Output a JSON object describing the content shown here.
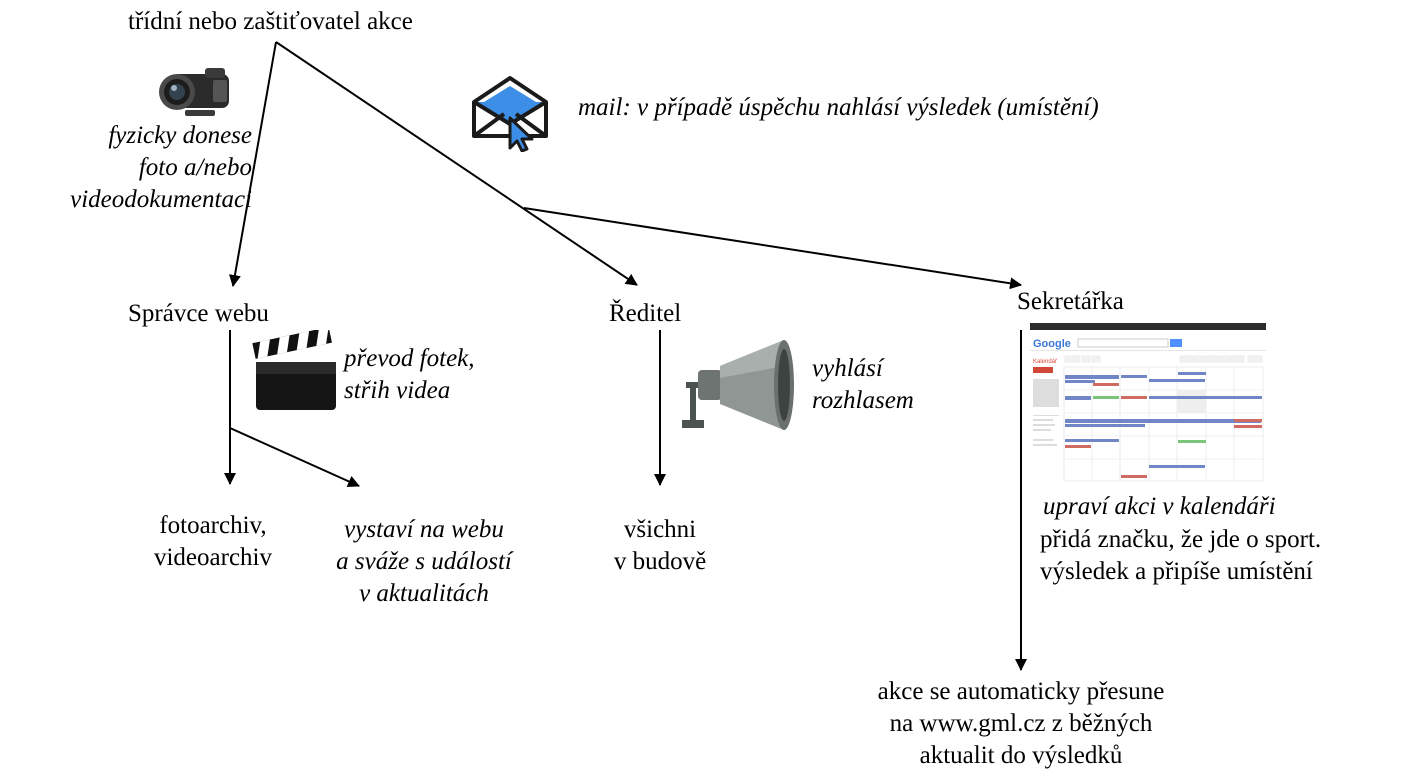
{
  "nodes": {
    "root": "třídní nebo zaštiťovatel akce",
    "webmaster": "Správce webu",
    "director": "Ředitel",
    "secretary": "Sekretářka",
    "photo_archive": [
      "fotoarchiv,",
      "videoarchiv"
    ],
    "web_publish": [
      "vystaví na webu",
      "a sváže s událostí",
      "v aktualitách"
    ],
    "everyone": [
      "všichni",
      "v budově"
    ],
    "auto_move": [
      "akce se automaticky přesune",
      "na www.gml.cz z běžných",
      "aktualit do výsledků"
    ]
  },
  "annotations": {
    "camera": [
      "fyzicky donese",
      "foto a/nebo",
      "videodokumentaci"
    ],
    "mail": "mail: v případě úspěchu nahlásí výsledek (umístění)",
    "clapper": [
      "převod fotek,",
      "střih videa"
    ],
    "speaker": [
      "vyhlásí",
      "rozhlasem"
    ],
    "calendar_italic": "upraví akci v kalendáři",
    "calendar_plain": [
      "přidá značku, že jde o sport.",
      "výsledek a připíše umístění"
    ]
  },
  "calendar_screenshot": {
    "logo": "Google",
    "title": "Kalendář"
  },
  "colors": {
    "line": "#000000",
    "envelope": "#3d8ee6",
    "calendar_event": "#7186c7",
    "calendar_event_red": "#d06b64",
    "calendar_event_green": "#7bc67b"
  }
}
